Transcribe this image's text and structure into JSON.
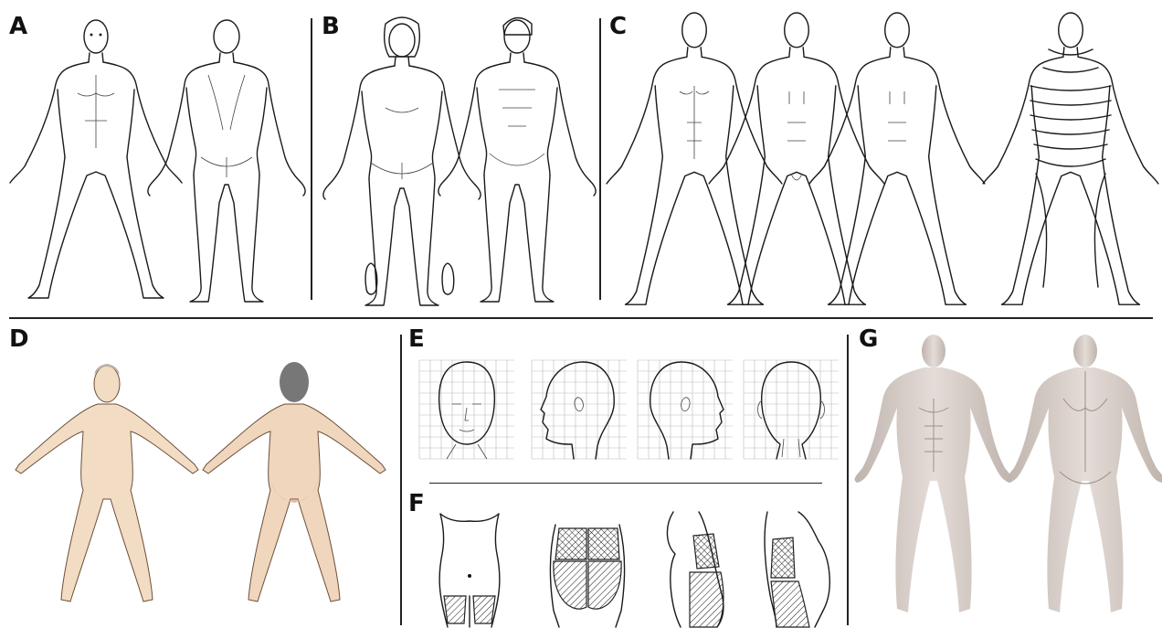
{
  "panels": [
    {
      "id": "A",
      "label": "A"
    },
    {
      "id": "B",
      "label": "B"
    },
    {
      "id": "C",
      "label": "C"
    },
    {
      "id": "D",
      "label": "D"
    },
    {
      "id": "E",
      "label": "E"
    },
    {
      "id": "F",
      "label": "F"
    },
    {
      "id": "G",
      "label": "G"
    }
  ],
  "colors": {
    "line": "#1a1a1a",
    "skin_illustrated": "#f3dcc4",
    "skin_shadow": "#e4c6a6",
    "hair_grey": "#7a7a7a",
    "render_grey": "#d9d0cb",
    "render_shadow": "#b9aca6",
    "grid": "#bbbbbb"
  }
}
